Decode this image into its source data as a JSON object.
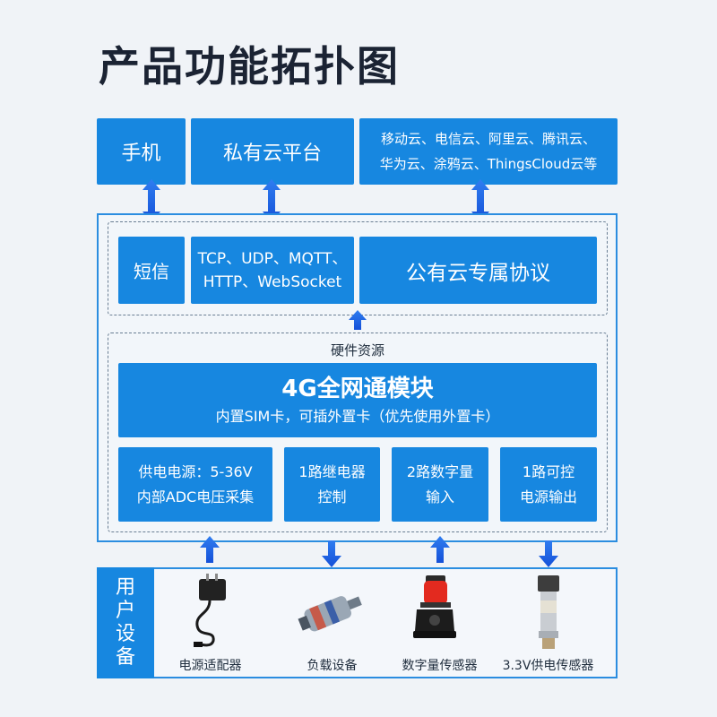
{
  "title": "产品功能拓扑图",
  "top_boxes": {
    "phone": "手机",
    "private_cloud": "私有云平台",
    "public_clouds_line1": "移动云、电信云、阿里云、腾讯云、",
    "public_clouds_line2": "华为云、涂鸦云、ThingsCloud云等"
  },
  "protocols": {
    "sms": "短信",
    "net_line1": "TCP、UDP、MQTT、",
    "net_line2": "HTTP、WebSocket",
    "public_protocol": "公有云专属协议"
  },
  "hardware": {
    "section_label": "硬件资源",
    "module_title": "4G全网通模块",
    "module_sub": "内置SIM卡，可插外置卡（优先使用外置卡）",
    "power_line1": "供电电源：5-36V",
    "power_line2": "内部ADC电压采集",
    "relay_line1": "1路继电器",
    "relay_line2": "控制",
    "digital_line1": "2路数字量",
    "digital_line2": "输入",
    "output_line1": "1路可控",
    "output_line2": "电源输出"
  },
  "devices": {
    "label_chars": [
      "用",
      "户",
      "设",
      "备"
    ],
    "items": [
      "电源适配器",
      "负载设备",
      "数字量传感器",
      "3.3V供电传感器"
    ]
  },
  "colors": {
    "accent": "#1787e0",
    "frame": "#2b8de0",
    "arrow": "#1a5fe6",
    "background": "#f0f3f7"
  }
}
